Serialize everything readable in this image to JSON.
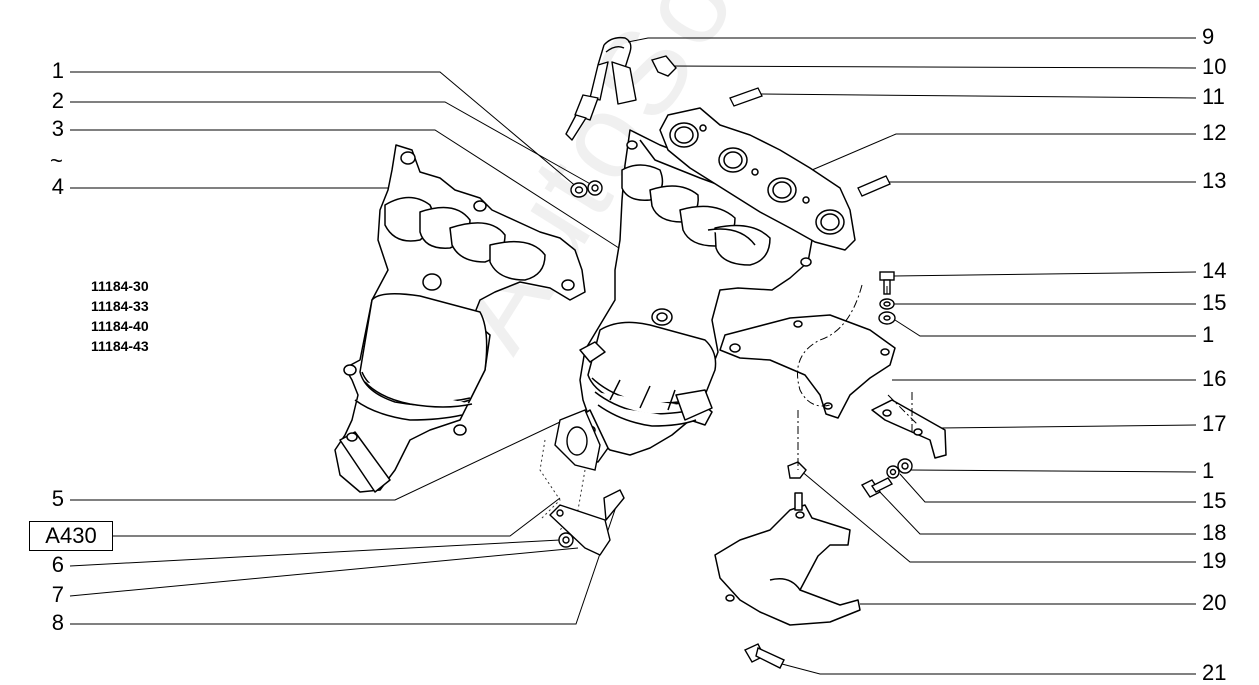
{
  "variants": [
    "11184-30",
    "11184-33",
    "11184-40",
    "11184-43"
  ],
  "reference_box": "A430",
  "range_mark": "~",
  "left_callouts": [
    {
      "num": "1"
    },
    {
      "num": "2"
    },
    {
      "num": "3"
    },
    {
      "num": "4"
    },
    {
      "num": "5"
    },
    {
      "num": "6"
    },
    {
      "num": "7"
    },
    {
      "num": "8"
    }
  ],
  "right_callouts": [
    {
      "num": "9"
    },
    {
      "num": "10"
    },
    {
      "num": "11"
    },
    {
      "num": "12"
    },
    {
      "num": "13"
    },
    {
      "num": "14"
    },
    {
      "num": "15"
    },
    {
      "num": "1"
    },
    {
      "num": "16"
    },
    {
      "num": "17"
    },
    {
      "num": "1"
    },
    {
      "num": "15"
    },
    {
      "num": "18"
    },
    {
      "num": "19"
    },
    {
      "num": "20"
    },
    {
      "num": "21"
    }
  ],
  "watermark": "AutoSoft"
}
